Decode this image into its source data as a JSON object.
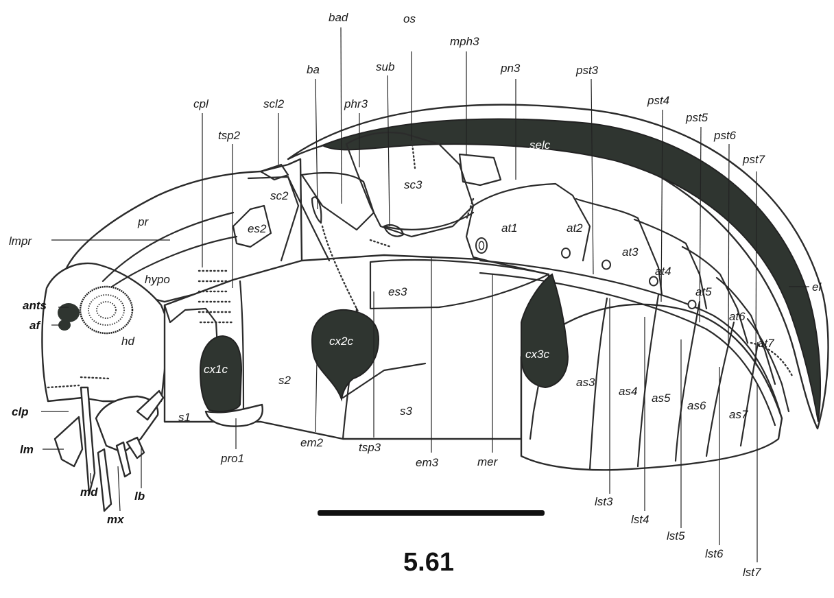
{
  "figure_number": "5.61",
  "labels": {
    "bad": "bad",
    "os": "os",
    "mph3": "mph3",
    "ba": "ba",
    "sub": "sub",
    "pn3": "pn3",
    "pst3": "pst3",
    "phr3": "phr3",
    "pst4": "pst4",
    "cpl": "cpl",
    "scl2": "scl2",
    "pst5": "pst5",
    "pst6": "pst6",
    "tsp2": "tsp2",
    "selc": "selc",
    "pst7": "pst7",
    "sc3": "sc3",
    "sc2": "sc2",
    "pr": "pr",
    "es2": "es2",
    "at1": "at1",
    "at2": "at2",
    "lmpr": "lmpr",
    "at3": "at3",
    "hypo": "hypo",
    "at4": "at4",
    "el": "el",
    "ants": "ants",
    "es3": "es3",
    "at5": "at5",
    "af": "af",
    "at6": "at6",
    "cx2c": "cx2c",
    "hd": "hd",
    "at7": "at7",
    "cx1c": "cx1c",
    "cx3c": "cx3c",
    "s2": "s2",
    "as3": "as3",
    "as4": "as4",
    "as5": "as5",
    "as6": "as6",
    "clp": "clp",
    "s1": "s1",
    "s3": "s3",
    "as7": "as7",
    "lm": "lm",
    "em2": "em2",
    "pro1": "pro1",
    "tsp3": "tsp3",
    "em3": "em3",
    "mer": "mer",
    "lst3": "lst3",
    "md": "md",
    "lb": "lb",
    "lst4": "lst4",
    "mx": "mx",
    "lst5": "lst5",
    "lst6": "lst6",
    "lst7": "lst7"
  }
}
